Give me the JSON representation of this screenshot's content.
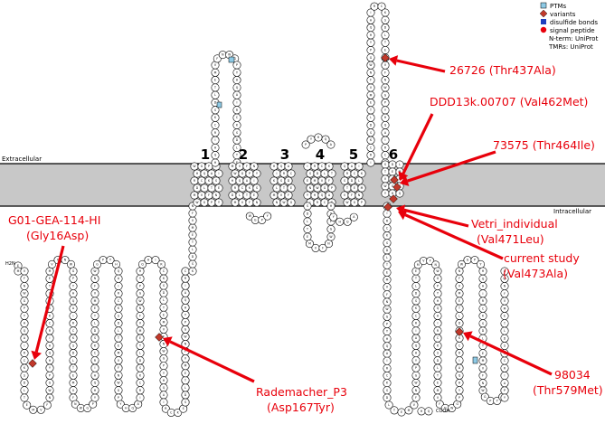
{
  "diagram": {
    "membrane": {
      "extracellular_label": "Extracellular",
      "intracellular_label": "Intracellular"
    },
    "helices": [
      "1",
      "2",
      "3",
      "4",
      "5",
      "6"
    ],
    "termini": {
      "n": "H2N",
      "c": "COOH"
    },
    "legend": [
      {
        "label": "PTMs",
        "marker": "square",
        "color": "#8ecae6"
      },
      {
        "label": "variants",
        "marker": "diamond",
        "color": "#c0392b"
      },
      {
        "label": "disulfide bonds",
        "marker": "square",
        "color": "#1f3fbf"
      },
      {
        "label": "signal peptide",
        "marker": "circle",
        "color": "#e8000b"
      }
    ],
    "legend_notes": [
      "N-term: UniProt",
      "TMRs: UniProt"
    ],
    "annotations": [
      {
        "id": "v437",
        "lines": [
          "26726 (Thr437Ala)"
        ]
      },
      {
        "id": "v462",
        "lines": [
          "DDD13k.00707 (Val462Met)"
        ]
      },
      {
        "id": "v464",
        "lines": [
          "73575 (Thr464Ile)"
        ]
      },
      {
        "id": "v471",
        "lines": [
          "Vetri_individual",
          "(Val471Leu)"
        ]
      },
      {
        "id": "v473",
        "lines": [
          "current study",
          "(Val473Ala)"
        ]
      },
      {
        "id": "v16",
        "lines": [
          "G01-GEA-114-HI",
          "(Gly16Asp)"
        ]
      },
      {
        "id": "v167",
        "lines": [
          "Rademacher_P3",
          "(Asp167Tyr)"
        ]
      },
      {
        "id": "v579",
        "lines": [
          "98034",
          "(Thr579Met)"
        ]
      }
    ],
    "colors": {
      "annotation": "#e8000b",
      "variant": "#c0392b",
      "membrane": "#c8c8c8",
      "ptm": "#8ecae6"
    }
  }
}
